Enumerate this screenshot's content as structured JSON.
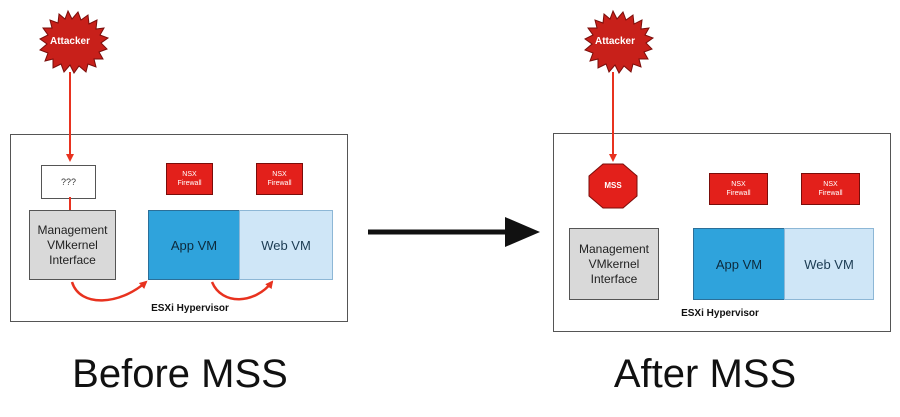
{
  "before": {
    "attacker": "Attacker",
    "unknown": "???",
    "firewall_1": "NSX\nFirewall",
    "firewall_2": "NSX\nFirewall",
    "mgmt": "Management\nVMkernel\nInterface",
    "app_vm": "App VM",
    "web_vm": "Web VM",
    "hypervisor": "ESXi Hypervisor",
    "caption": "Before MSS"
  },
  "after": {
    "attacker": "Attacker",
    "mss": "MSS",
    "firewall_1": "NSX\nFirewall",
    "firewall_2": "NSX\nFirewall",
    "mgmt": "Management\nVMkernel\nInterface",
    "app_vm": "App VM",
    "web_vm": "Web VM",
    "hypervisor": "ESXi Hypervisor",
    "caption": "After MSS"
  },
  "colors": {
    "attack_arrow": "#e8321f",
    "attacker_burst": "#c8201a",
    "app_vm": "#2fa3dc",
    "web_vm": "#cfe6f7",
    "firewall": "#e3201b",
    "mss_stop": "#e3201b",
    "management": "#d9d9d9"
  },
  "icons": {
    "attacker": "starburst-icon",
    "mss": "stop-sign-icon",
    "transition": "right-arrow-icon"
  }
}
